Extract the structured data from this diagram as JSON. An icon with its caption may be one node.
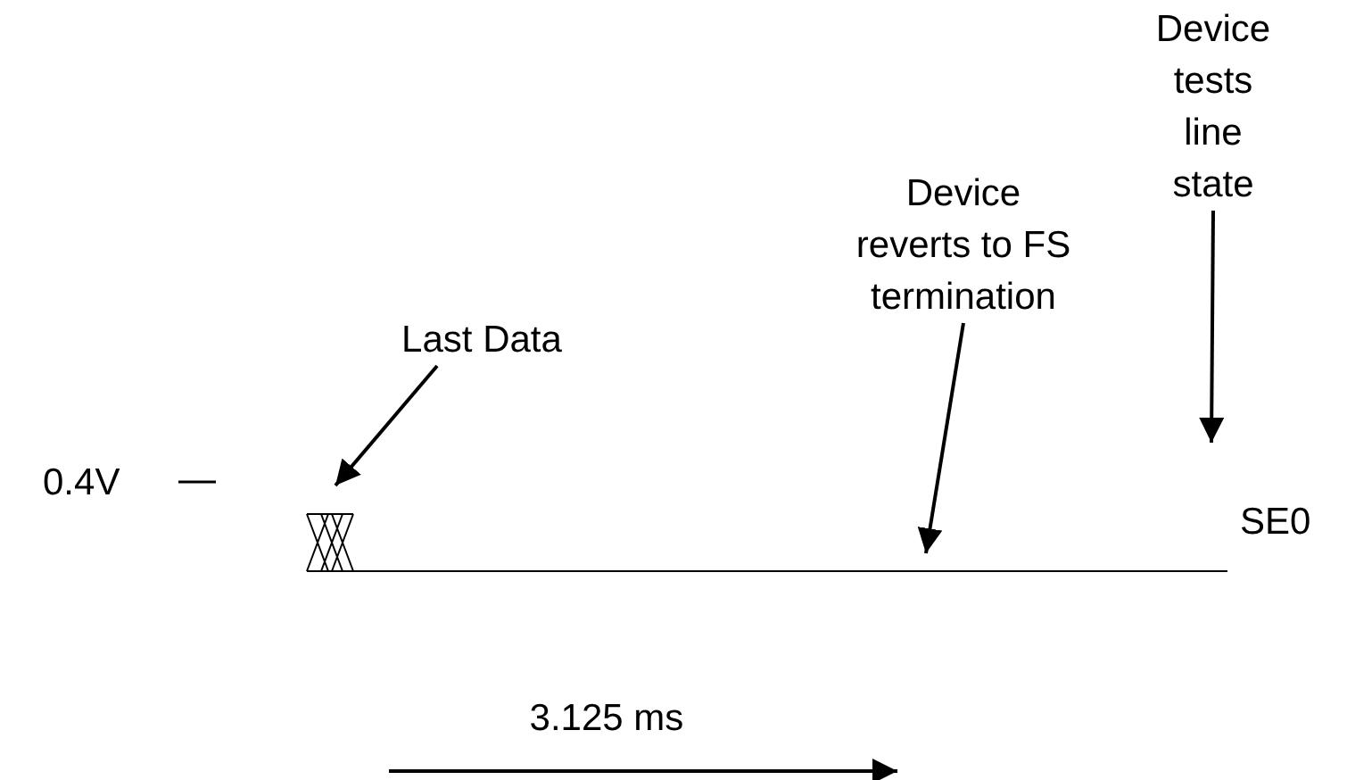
{
  "diagram": {
    "nodes": [
      {
        "text": [
          "Last Data"
        ]
      },
      {
        "text": [
          "Device reverts to FS termination"
        ]
      },
      {
        "text": [
          "Device tests line state"
        ]
      }
    ],
    "edges": [
      {
        "from": 0,
        "to": null,
        "arrow": "to"
      },
      {
        "from": 1,
        "to": null,
        "arrow": "to"
      },
      {
        "from": 2,
        "to": null,
        "arrow": "to"
      }
    ],
    "labels": [
      "0.4V",
      "SE0",
      "3.125 ms"
    ]
  }
}
